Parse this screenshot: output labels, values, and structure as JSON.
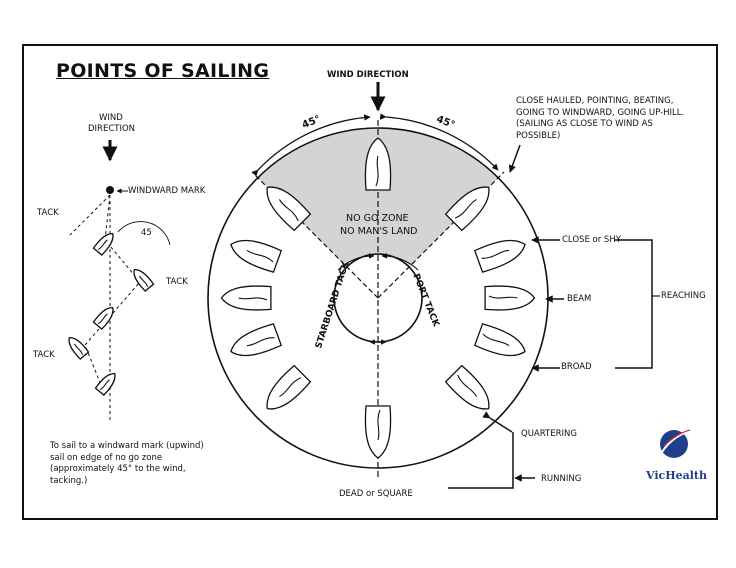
{
  "title": "POINTS OF SAILING",
  "wind_direction_main": "WIND DIRECTION",
  "wind_direction_left_1": "WIND",
  "wind_direction_left_2": "DIRECTION",
  "windward_mark": "WINDWARD MARK",
  "tack_1": "TACK",
  "tack_2": "TACK",
  "tack_3": "TACK",
  "angle_45_left": "45",
  "angle_45_top_left": "45°",
  "angle_45_top_right": "45°",
  "no_go_zone": "NO GO ZONE",
  "no_mans_land": "NO MAN'S LAND",
  "starboard_tack": "STARBOARD TACK",
  "port_tack": "PORT TACK",
  "close_hauled_lines": [
    "CLOSE HAULED, POINTING, BEATING,",
    "GOING TO WINDWARD, GOING UP-HILL.",
    "(SAILING AS CLOSE TO WIND AS",
    "POSSIBLE)"
  ],
  "close_or_shy": "CLOSE or SHY",
  "beam": "BEAM",
  "broad": "BROAD",
  "reaching": "REACHING",
  "quartering": "QUARTERING",
  "running": "RUNNING",
  "dead_or_square": "DEAD or SQUARE",
  "upwind_note_lines": [
    "To sail to a windward mark (upwind)",
    "sail on edge of no go zone",
    "(approximately 45° to the wind,",
    "tacking.)"
  ],
  "logo_text": "VicHealth",
  "colors": {
    "no_go_fill": "#d4d4d4",
    "ink": "#111111",
    "logo": "#1f3f8a"
  }
}
